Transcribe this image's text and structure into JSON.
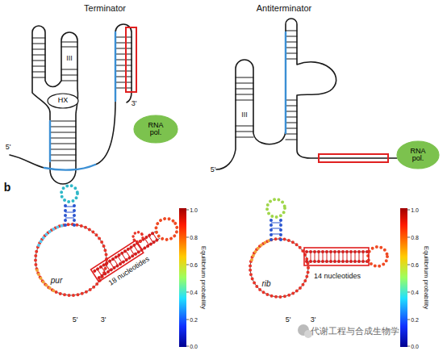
{
  "diagram": {
    "nodes": [
      {
        "text": [
          "RNA pol."
        ]
      },
      {
        "text": [
          "HX"
        ]
      },
      {
        "text": [
          "RNA pol."
        ]
      }
    ],
    "labels": [
      "Terminator",
      "III",
      "5'",
      "3'",
      "Antiterminator",
      "III",
      "5'",
      "b",
      "pur",
      "18 nucleotides",
      "5'",
      "3'",
      "Equilibrium probability",
      "1.0",
      "0.8",
      "0.6",
      "0.4",
      "0.2",
      "0.0",
      "rib",
      "14 nucleotides",
      "5'",
      "3'",
      "Equilibrium probability",
      "1.0",
      "0.8",
      "0.6",
      "0.4",
      "0.2",
      "0.0",
      "代谢工程与合成生物学"
    ]
  }
}
